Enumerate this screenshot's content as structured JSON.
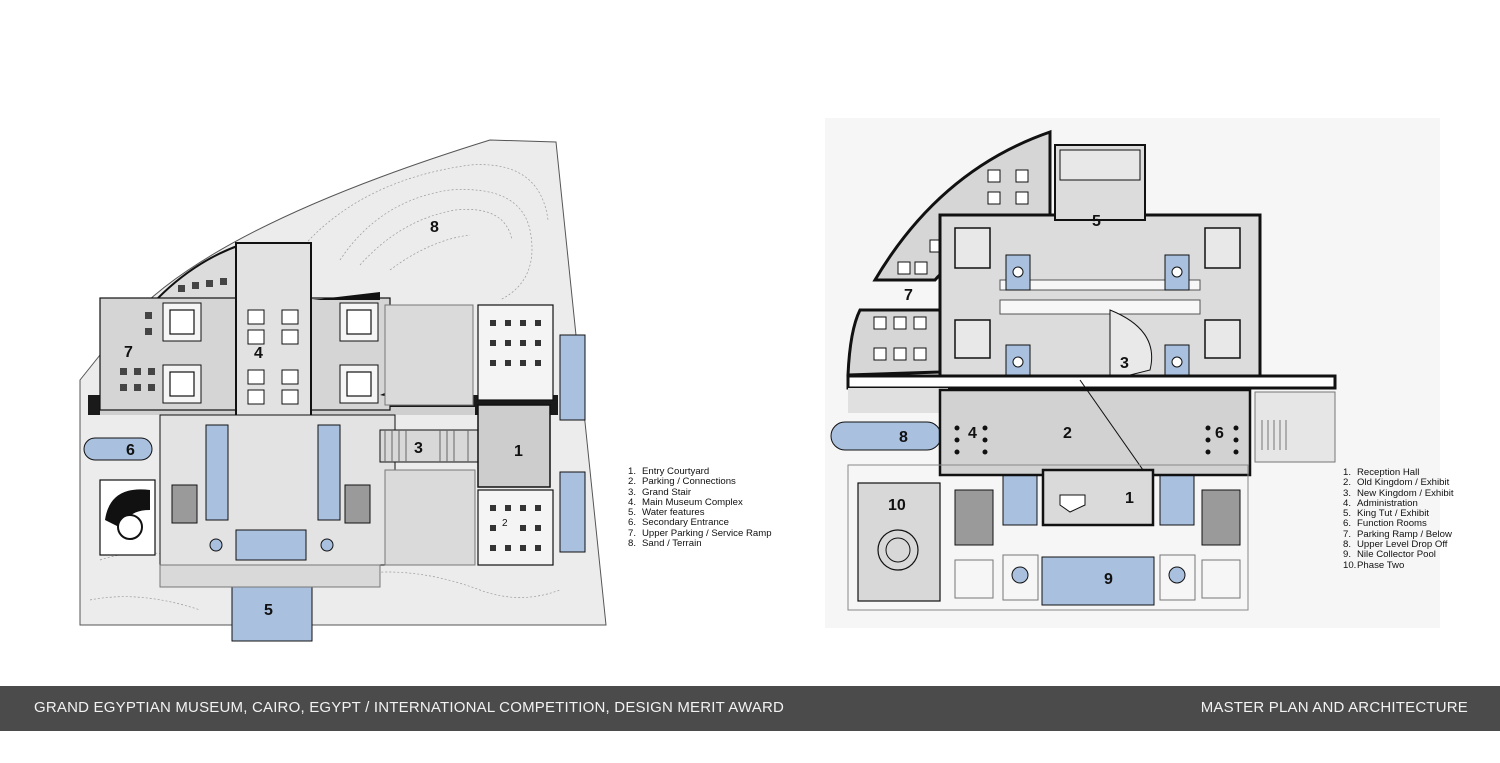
{
  "left_plan": {
    "labels": [
      "1",
      "2",
      "3",
      "4",
      "5",
      "6",
      "7",
      "8"
    ],
    "legend": [
      {
        "num": "1.",
        "text": "Entry Courtyard"
      },
      {
        "num": "2.",
        "text": "Parking / Connections"
      },
      {
        "num": "3.",
        "text": "Grand Stair"
      },
      {
        "num": "4.",
        "text": "Main Museum Complex"
      },
      {
        "num": "5.",
        "text": "Water features"
      },
      {
        "num": "6.",
        "text": "Secondary Entrance"
      },
      {
        "num": "7.",
        "text": "Upper Parking / Service Ramp"
      },
      {
        "num": "8.",
        "text": "Sand / Terrain"
      }
    ]
  },
  "right_plan": {
    "labels": [
      "1",
      "2",
      "3",
      "4",
      "5",
      "6",
      "7",
      "8",
      "9",
      "10"
    ],
    "legend": [
      {
        "num": "1.",
        "text": "Reception Hall"
      },
      {
        "num": "2.",
        "text": "Old Kingdom / Exhibit"
      },
      {
        "num": "3.",
        "text": "New Kingdom / Exhibit"
      },
      {
        "num": "4.",
        "text": "Administration"
      },
      {
        "num": "5.",
        "text": "King Tut / Exhibit"
      },
      {
        "num": "6.",
        "text": "Function Rooms"
      },
      {
        "num": "7.",
        "text": "Parking Ramp / Below"
      },
      {
        "num": "8.",
        "text": "Upper Level Drop Off"
      },
      {
        "num": "9.",
        "text": "Nile Collector Pool"
      },
      {
        "num": "10.",
        "text": "Phase Two"
      }
    ]
  },
  "footer": {
    "left": "GRAND EGYPTIAN MUSEUM, CAIRO, EGYPT / INTERNATIONAL COMPETITION, DESIGN MERIT AWARD",
    "right": "MASTER PLAN AND ARCHITECTURE"
  },
  "colors": {
    "water": "#a9c0df",
    "plan_fill": "#d9d9d9",
    "ground": "#eeeeee",
    "line": "#111111",
    "footer_bg": "#4b4b4b"
  }
}
